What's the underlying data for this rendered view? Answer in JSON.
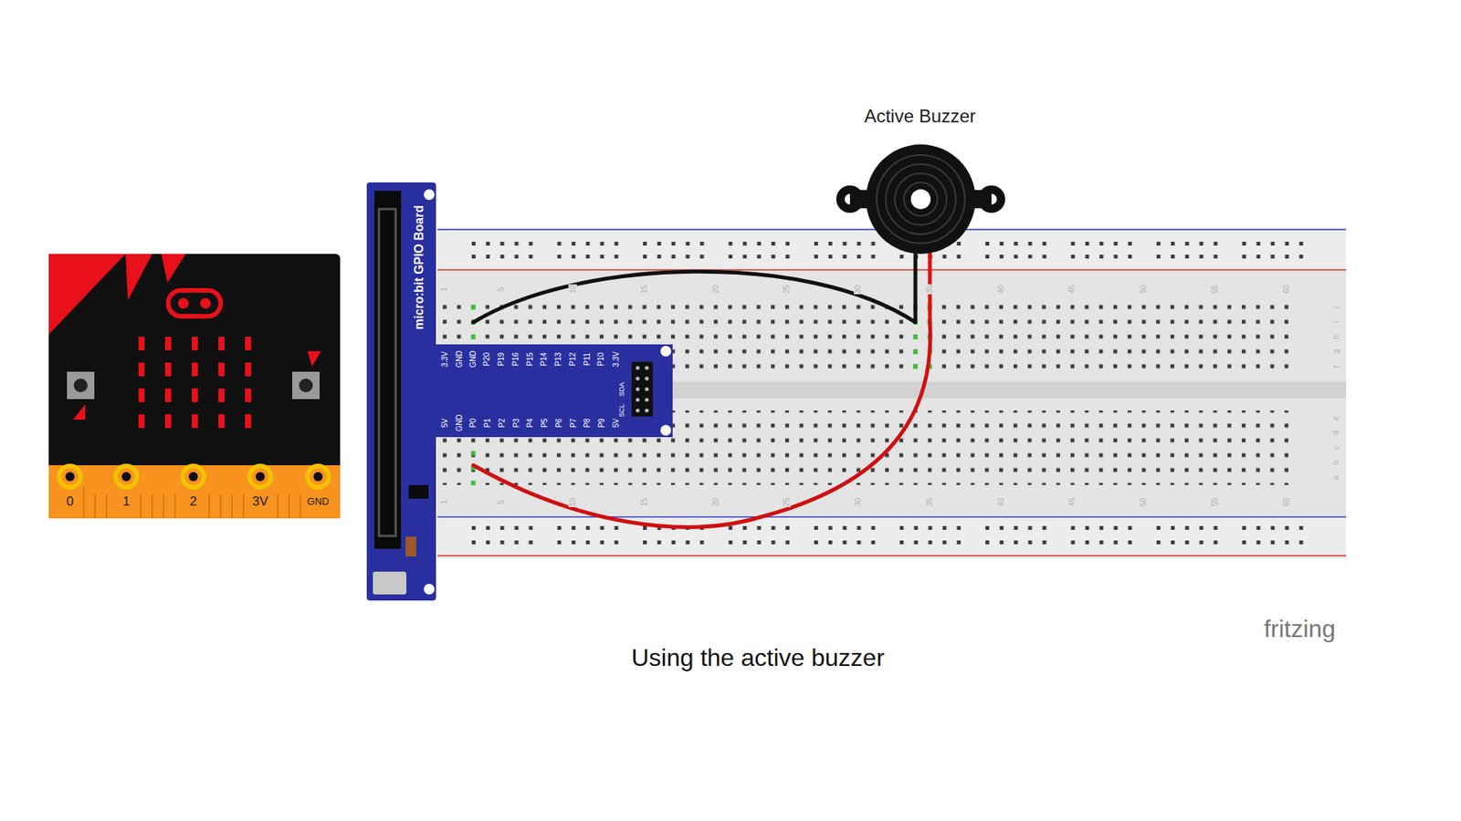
{
  "diagram": {
    "caption": "Using the active buzzer",
    "labels": [
      "Active Buzzer",
      "micro:bit GPIO Board",
      "3.3V",
      "GND",
      "GND",
      "P20",
      "P19",
      "P16",
      "P15",
      "P14",
      "P13",
      "P12",
      "P11",
      "P10",
      "3.3V",
      "5V",
      "GND",
      "P0",
      "P1",
      "P2",
      "P3",
      "P4",
      "P5",
      "P6",
      "P7",
      "P8",
      "P9",
      "5V",
      "SCL",
      "SDA",
      "0",
      "1",
      "2",
      "3V",
      "GND",
      "fritzing",
      "1",
      "5",
      "10",
      "15",
      "20",
      "25",
      "30",
      "35",
      "40",
      "45",
      "50",
      "55",
      "60",
      "1",
      "5",
      "10",
      "15",
      "20",
      "25",
      "30",
      "35",
      "40",
      "45",
      "50",
      "55",
      "60",
      "j",
      "i",
      "h",
      "g",
      "f",
      "e",
      "d",
      "c",
      "b",
      "a"
    ]
  }
}
